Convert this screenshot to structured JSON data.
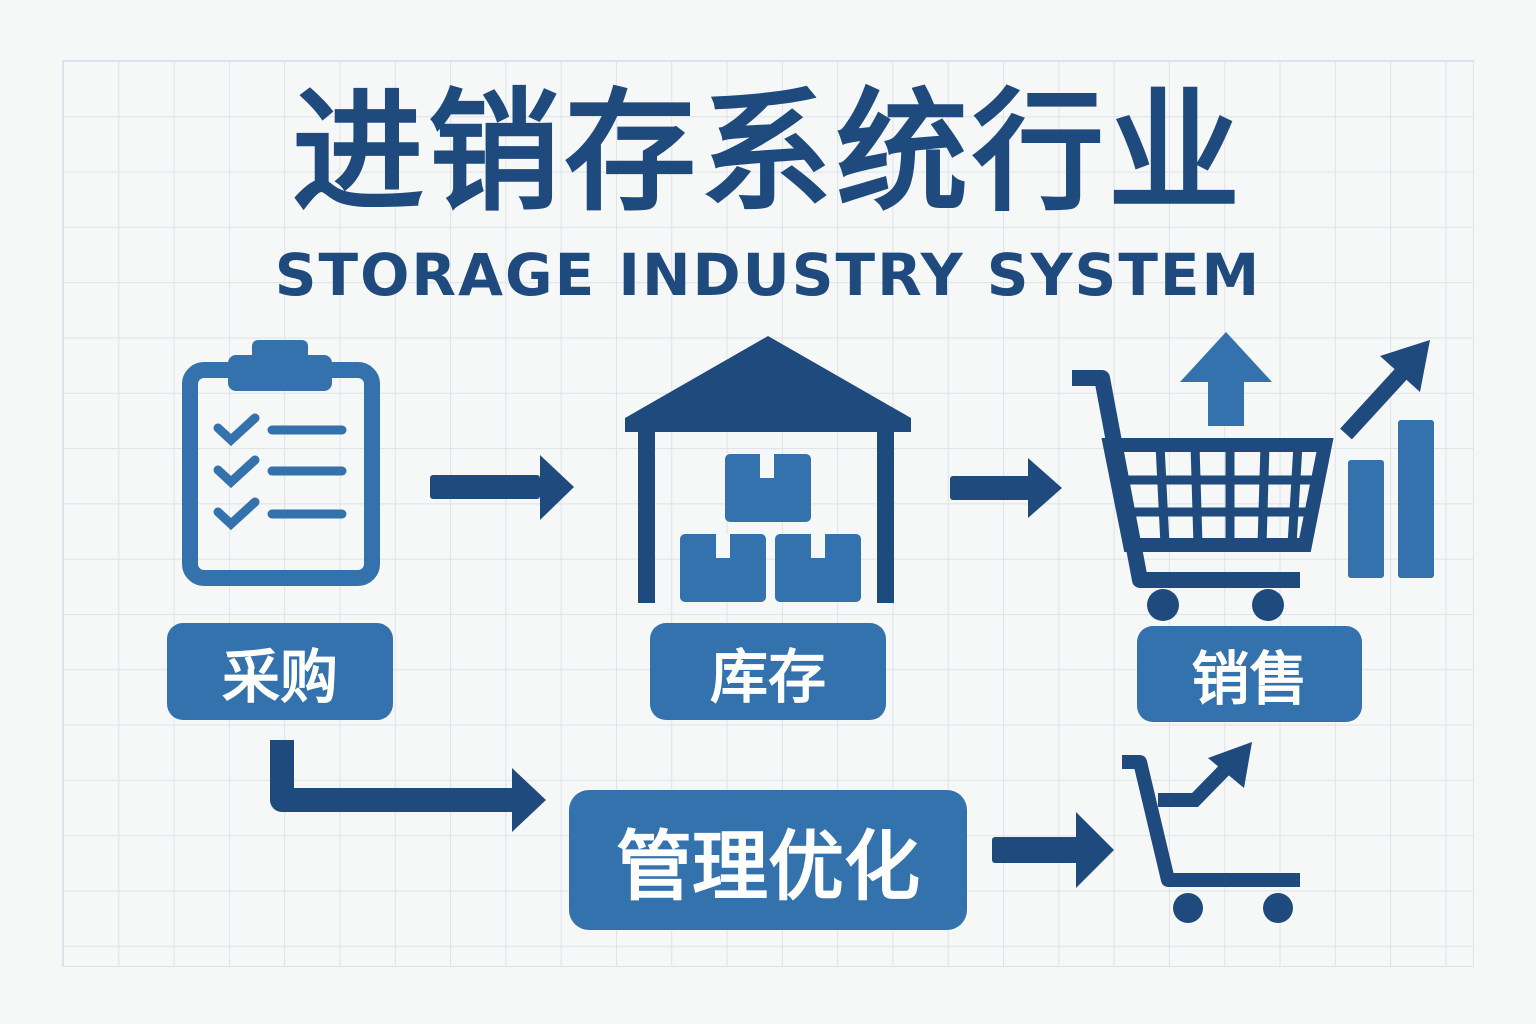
{
  "title": "进销存系统行业",
  "subtitle": "STORAGE INDUSTRY SYSTEM",
  "labels": {
    "purchase": "采购",
    "inventory": "库存",
    "sales": "销售",
    "optimize": "管理优化"
  },
  "colors": {
    "dark": "#1f4a7e",
    "medium": "#3472ad",
    "background": "#f6f7f7"
  }
}
